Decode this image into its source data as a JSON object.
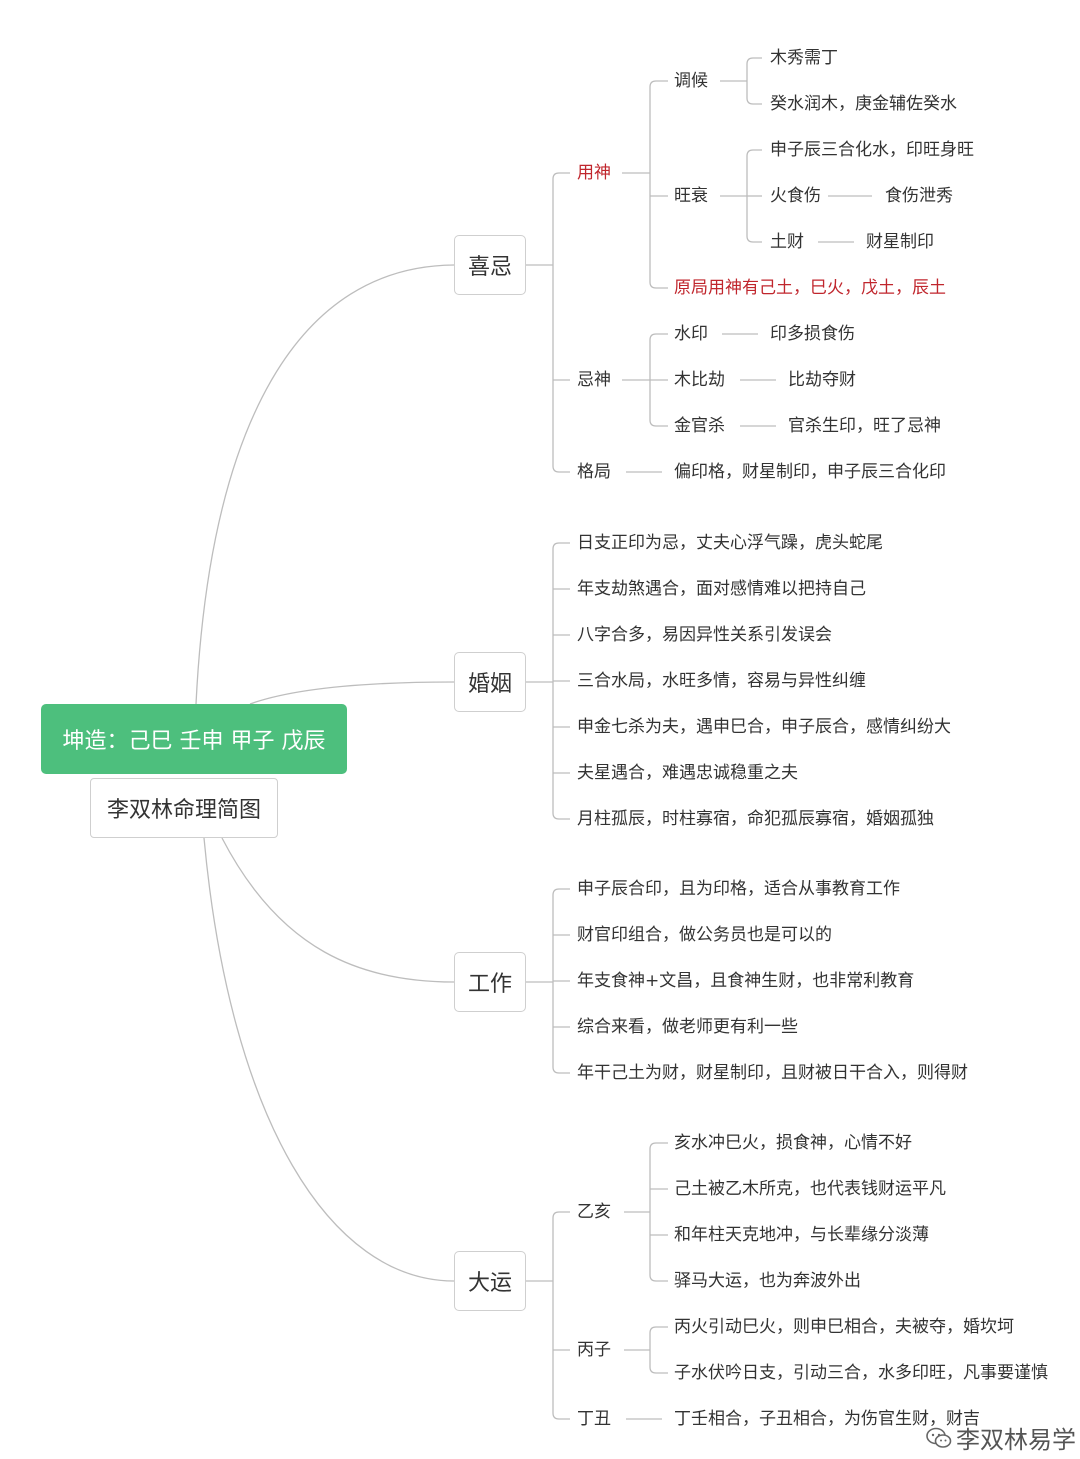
{
  "root": {
    "title": "坤造：己巳 壬申 甲子 戊辰",
    "subtitle": "李双林命理简图"
  },
  "colors": {
    "root_bg": "#4dbf7d",
    "highlight": "#c0262d",
    "line": "#bdbdbd",
    "text": "#333333"
  },
  "branches": {
    "xiji": {
      "label": "喜忌",
      "yongshen": {
        "label": "用神",
        "tiaohou": {
          "label": "调候",
          "items": [
            "木秀需丁",
            "癸水润木，庚金辅佐癸水"
          ]
        },
        "wangshuai": {
          "label": "旺衰",
          "items": [
            {
              "label": "申子辰三合化水，印旺身旺"
            },
            {
              "label": "火食伤",
              "note": "食伤泄秀"
            },
            {
              "label": "土财",
              "note": "财星制印"
            }
          ]
        },
        "yuanju": "原局用神有己土，巳火，戊土，辰土"
      },
      "jishen": {
        "label": "忌神",
        "items": [
          {
            "label": "水印",
            "note": "印多损食伤"
          },
          {
            "label": "木比劫",
            "note": "比劫夺财"
          },
          {
            "label": "金官杀",
            "note": "官杀生印，旺了忌神"
          }
        ]
      },
      "geju": {
        "label": "格局",
        "note": "偏印格，财星制印，申子辰三合化印"
      }
    },
    "hunyin": {
      "label": "婚姻",
      "items": [
        "日支正印为忌，丈夫心浮气躁，虎头蛇尾",
        "年支劫煞遇合，面对感情难以把持自己",
        "八字合多，易因异性关系引发误会",
        "三合水局，水旺多情，容易与异性纠缠",
        "申金七杀为夫，遇申巳合，申子辰合，感情纠纷大",
        "夫星遇合，难遇忠诚稳重之夫",
        "月柱孤辰，时柱寡宿，命犯孤辰寡宿，婚姻孤独"
      ]
    },
    "gongzuo": {
      "label": "工作",
      "items": [
        "申子辰合印，且为印格，适合从事教育工作",
        "财官印组合，做公务员也是可以的",
        "年支食神+文昌，且食神生财，也非常利教育",
        "综合来看，做老师更有利一些",
        "年干己土为财，财星制印，且财被日干合入，则得财"
      ]
    },
    "dayun": {
      "label": "大运",
      "yihai": {
        "label": "乙亥",
        "items": [
          "亥水冲巳火，损食神，心情不好",
          "己土被乙木所克，也代表钱财运平凡",
          "和年柱天克地冲，与长辈缘分淡薄",
          "驿马大运，也为奔波外出"
        ]
      },
      "bingzi": {
        "label": "丙子",
        "items": [
          "丙火引动巳火，则申巳相合，夫被夺，婚坎坷",
          "子水伏吟日支，引动三合，水多印旺，凡事要谨慎"
        ]
      },
      "dingchou": {
        "label": "丁丑",
        "note": "丁壬相合，子丑相合，为伤官生财，财吉"
      }
    }
  },
  "watermark": "李双林易学"
}
